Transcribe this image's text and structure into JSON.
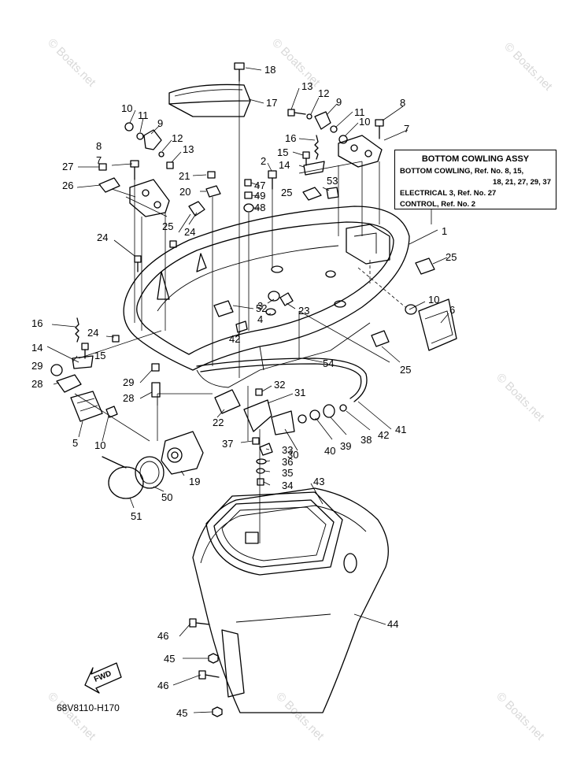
{
  "info_box": {
    "title": "BOTTOM COWLING ASSY",
    "line1": "BOTTOM COWLING, Ref. No. 8, 15,",
    "line2": "18, 21, 27, 29, 37",
    "line3": "ELECTRICAL 3, Ref. No. 27",
    "line4": "CONTROL, Ref. No. 2"
  },
  "reference_code": "68V8110-H170",
  "fwd_arrow_label": "FWD",
  "watermark": "© Boats.net",
  "callouts": [
    "1",
    "2",
    "3",
    "4",
    "5",
    "6",
    "7",
    "8",
    "9",
    "10",
    "11",
    "12",
    "13",
    "14",
    "15",
    "16",
    "17",
    "18",
    "19",
    "20",
    "21",
    "22",
    "23",
    "24",
    "25",
    "26",
    "27",
    "28",
    "29",
    "30",
    "31",
    "32",
    "33",
    "34",
    "35",
    "36",
    "37",
    "38",
    "39",
    "40",
    "41",
    "42",
    "43",
    "44",
    "45",
    "46",
    "47",
    "48",
    "49",
    "50",
    "51",
    "52",
    "53",
    "54"
  ]
}
